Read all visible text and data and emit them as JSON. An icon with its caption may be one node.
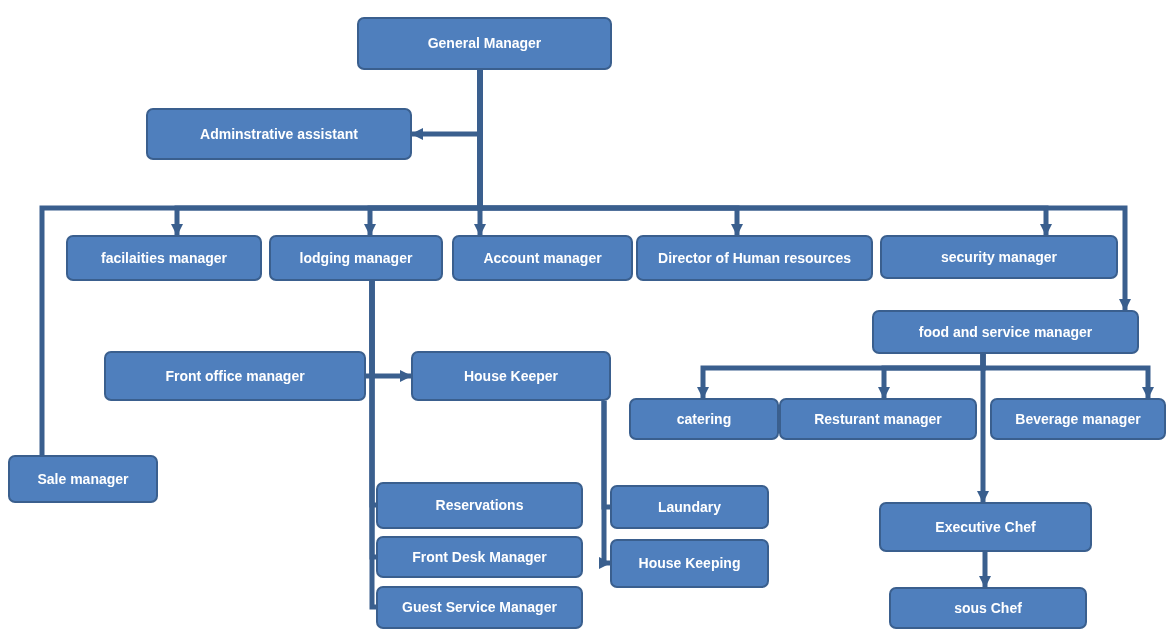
{
  "diagram": {
    "nodes": [
      {
        "text": [
          "General Manager"
        ]
      },
      {
        "text": [
          "Adminstrative assistant"
        ]
      },
      {
        "text": [
          "facilaities manager"
        ]
      },
      {
        "text": [
          "lodging manager"
        ]
      },
      {
        "text": [
          "Account manager"
        ]
      },
      {
        "text": [
          "Director of Human resources"
        ]
      },
      {
        "text": [
          "security manager"
        ]
      },
      {
        "text": [
          "food and service manager"
        ]
      },
      {
        "text": [
          "Sale manager"
        ]
      },
      {
        "text": [
          "Front office manager"
        ]
      },
      {
        "text": [
          "House Keeper"
        ]
      },
      {
        "text": [
          "catering"
        ]
      },
      {
        "text": [
          "Resturant manager"
        ]
      },
      {
        "text": [
          "Beverage manager"
        ]
      },
      {
        "text": [
          "Reservations"
        ]
      },
      {
        "text": [
          "Laundary"
        ]
      },
      {
        "text": [
          "Front Desk Manager"
        ]
      },
      {
        "text": [
          "House Keeping"
        ]
      },
      {
        "text": [
          "Guest Service Manager"
        ]
      },
      {
        "text": [
          "Executive Chef"
        ]
      },
      {
        "text": [
          "sous Chef"
        ]
      }
    ],
    "edges": [
      {
        "from": 0,
        "to": 1,
        "arrow": "to"
      },
      {
        "from": 0,
        "to": 8,
        "arrow": "none"
      },
      {
        "from": 0,
        "to": 2,
        "arrow": "to"
      },
      {
        "from": 0,
        "to": 3,
        "arrow": "to"
      },
      {
        "from": 0,
        "to": 4,
        "arrow": "to"
      },
      {
        "from": 0,
        "to": 5,
        "arrow": "to"
      },
      {
        "from": 0,
        "to": 6,
        "arrow": "to"
      },
      {
        "from": 0,
        "to": 7,
        "arrow": "to"
      },
      {
        "from": 3,
        "to": 9,
        "arrow": "none"
      },
      {
        "from": 3,
        "to": 10,
        "arrow": "to"
      },
      {
        "from": 3,
        "to": 14,
        "arrow": "none"
      },
      {
        "from": 3,
        "to": 16,
        "arrow": "none"
      },
      {
        "from": 3,
        "to": 18,
        "arrow": "none"
      },
      {
        "from": 10,
        "to": 15,
        "arrow": "none"
      },
      {
        "from": 10,
        "to": 17,
        "arrow": "to"
      },
      {
        "from": 7,
        "to": 11,
        "arrow": "to"
      },
      {
        "from": 7,
        "to": 12,
        "arrow": "to"
      },
      {
        "from": 7,
        "to": 13,
        "arrow": "to"
      },
      {
        "from": 7,
        "to": 19,
        "arrow": "to"
      },
      {
        "from": 19,
        "to": 20,
        "arrow": "to"
      }
    ]
  }
}
